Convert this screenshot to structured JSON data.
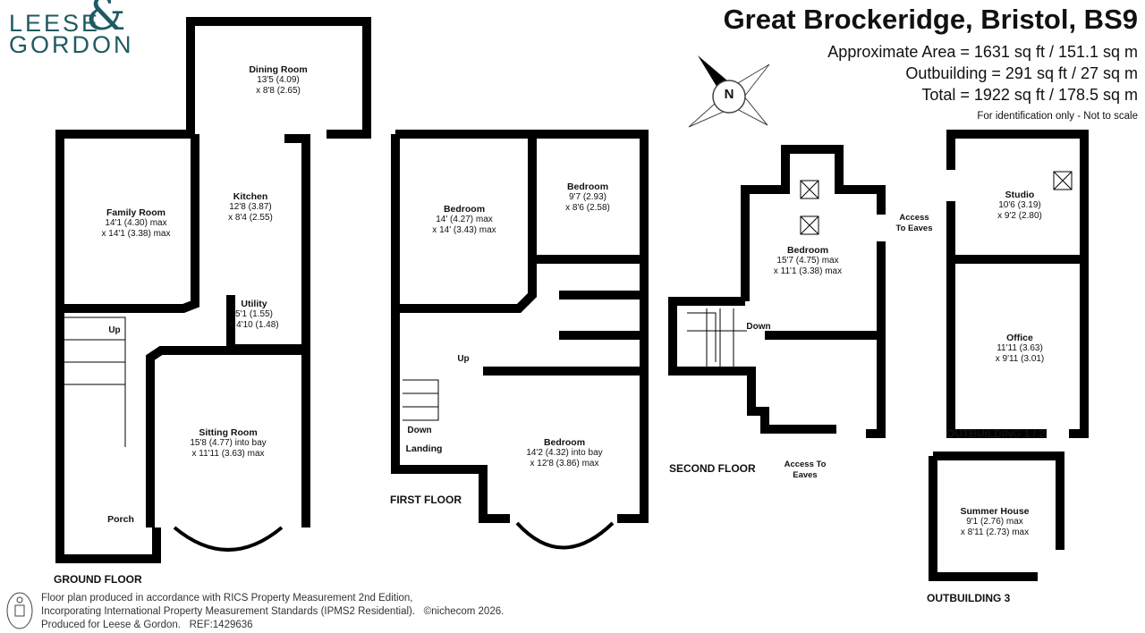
{
  "logo": {
    "line1": "LEESE",
    "line2": "GORDON",
    "amp": "&"
  },
  "header": {
    "title": "Great Brockeridge, Bristol, BS9",
    "approx_area": "Approximate Area = 1631 sq ft / 151.1 sq m",
    "outbuilding": "Outbuilding = 291 sq ft / 27 sq m",
    "total": "Total = 1922 sq ft / 178.5 sq m",
    "note": "For identification only - Not to scale"
  },
  "compass": {
    "label": "N"
  },
  "ground_floor": {
    "label": "GROUND FLOOR",
    "rooms": [
      {
        "name": "Dining Room",
        "d1": "13'5 (4.09)",
        "d2": "x 8'8 (2.65)"
      },
      {
        "name": "Family Room",
        "d1": "14'1 (4.30) max",
        "d2": "x 14'1 (3.38) max"
      },
      {
        "name": "Kitchen",
        "d1": "12'8 (3.87)",
        "d2": "x 8'4 (2.55)"
      },
      {
        "name": "Utility",
        "d1": "5'1 (1.55)",
        "d2": "x 4'10 (1.48)"
      },
      {
        "name": "Sitting Room",
        "d1": "15'8 (4.77) into bay",
        "d2": "x 11'11 (3.63) max"
      },
      {
        "name": "Porch",
        "d1": "",
        "d2": ""
      }
    ],
    "up": "Up"
  },
  "first_floor": {
    "label": "FIRST FLOOR",
    "rooms": [
      {
        "name": "Bedroom",
        "d1": "14' (4.27) max",
        "d2": "x 14' (3.43) max"
      },
      {
        "name": "Bedroom",
        "d1": "9'7 (2.93)",
        "d2": "x 8'6 (2.58)"
      },
      {
        "name": "Bedroom",
        "d1": "14'2 (4.32) into bay",
        "d2": "x 12'8 (3.86) max"
      },
      {
        "name": "Landing",
        "d1": "",
        "d2": ""
      }
    ],
    "up": "Up",
    "down": "Down"
  },
  "second_floor": {
    "label": "SECOND FLOOR",
    "rooms": [
      {
        "name": "Bedroom",
        "d1": "15'7 (4.75) max",
        "d2": "x 11'1 (3.38) max"
      }
    ],
    "down": "Down",
    "eaves1": "Access To Eaves",
    "eaves2": "Access To Eaves"
  },
  "outbuilding_12": {
    "label": "OUTBUILDING 1 / 2",
    "rooms": [
      {
        "name": "Studio",
        "d1": "10'6 (3.19)",
        "d2": "x 9'2 (2.80)"
      },
      {
        "name": "Office",
        "d1": "11'11 (3.63)",
        "d2": "x 9'11 (3.01)"
      }
    ]
  },
  "outbuilding_3": {
    "label": "OUTBUILDING 3",
    "rooms": [
      {
        "name": "Summer House",
        "d1": "9'1 (2.76) max",
        "d2": "x 8'11 (2.73) max"
      }
    ]
  },
  "footer": {
    "line1": "Floor plan produced in accordance with RICS Property Measurement 2nd Edition,",
    "line2": "Incorporating International Property Measurement Standards (IPMS2 Residential).",
    "copyright": "©nichecom 2026.",
    "line3": "Produced for Leese & Gordon.",
    "ref": "REF:1429636"
  },
  "colors": {
    "brand": "#1f5a63",
    "walls": "#000000"
  }
}
